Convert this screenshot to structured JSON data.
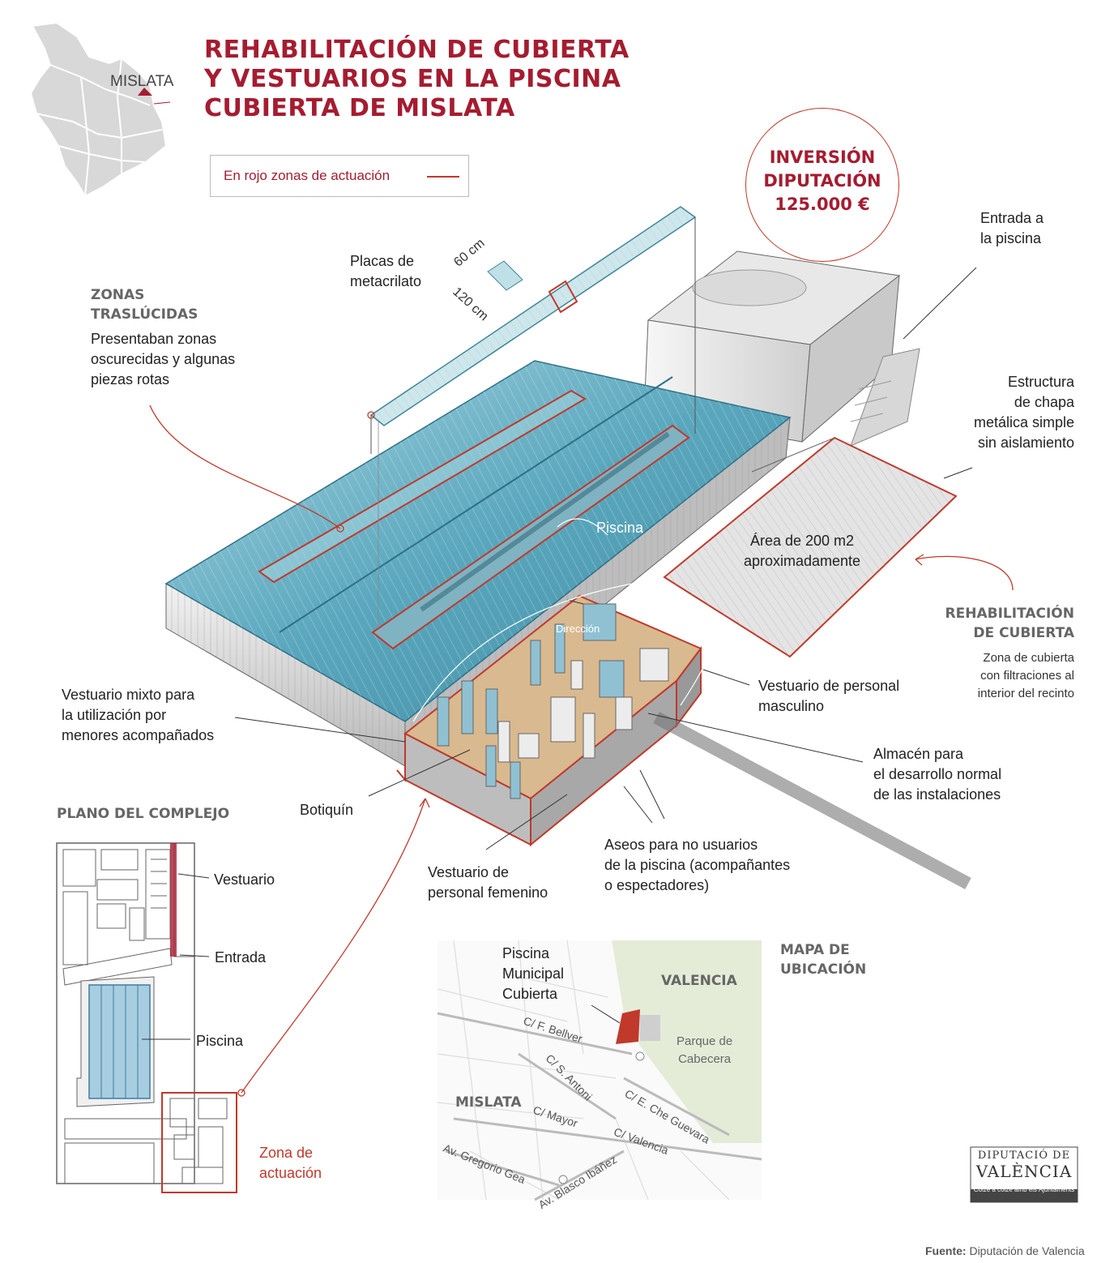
{
  "title": {
    "line1": "REHABILITACIÓN DE CUBIERTA",
    "line2": "Y VESTUARIOS EN LA PISCINA",
    "line3": "CUBIERTA DE MISLATA"
  },
  "region_map": {
    "label": "MISLATA"
  },
  "legend": {
    "text": "En rojo zonas de actuación"
  },
  "investment": {
    "line1": "INVERSIÓN",
    "line2": "DIPUTACIÓN",
    "amount": "125.000 €"
  },
  "labels": {
    "placas": {
      "line1": "Placas de",
      "line2": "metacrilato",
      "dim1": "60 cm",
      "dim2": "120 cm"
    },
    "zonas": {
      "h1": "ZONAS",
      "h2": "TRASLÚCIDAS",
      "d1": "Presentaban zonas",
      "d2": "oscurecidas y algunas",
      "d3": "piezas rotas"
    },
    "entrada": {
      "line1": "Entrada a",
      "line2": "la piscina"
    },
    "estructura": {
      "line1": "Estructura",
      "line2": "de chapa",
      "line3": "metálica simple",
      "line4": "sin aislamiento"
    },
    "piscina": "Piscina",
    "area": {
      "line1": "Área de 200 m2",
      "line2": "aproximadamente"
    },
    "rehab": {
      "h1": "REHABILITACIÓN",
      "h2": "DE CUBIERTA",
      "d1": "Zona de cubierta",
      "d2": "con filtraciones al",
      "d3": "interior del recinto"
    },
    "direccion": "Dirección",
    "vest_masc": {
      "line1": "Vestuario de personal",
      "line2": "masculino"
    },
    "vest_mixto": {
      "line1": "Vestuario mixto para",
      "line2": "la utilización por",
      "line3": "menores acompañados"
    },
    "almacen": {
      "line1": "Almacén para",
      "line2": "el desarrollo normal",
      "line3": "de las instalaciones"
    },
    "botiquin": "Botiquín",
    "aseos": {
      "line1": "Aseos para no usuarios",
      "line2": "de la piscina (acompañantes",
      "line3": "o espectadores)"
    },
    "vest_fem": {
      "line1": "Vestuario de",
      "line2": "personal femenino"
    }
  },
  "plano": {
    "title": "PLANO DEL COMPLEJO",
    "vestuario": "Vestuario",
    "entrada": "Entrada",
    "piscina": "Piscina",
    "zona1": "Zona de",
    "zona2": "actuación"
  },
  "mapa": {
    "title1": "MAPA DE",
    "title2": "UBICACIÓN",
    "piscina1": "Piscina",
    "piscina2": "Municipal",
    "piscina3": "Cubierta",
    "valencia": "VALENCIA",
    "mislata": "MISLATA",
    "parque1": "Parque de",
    "parque2": "Cabecera",
    "streets": [
      "C/ F. Bellver",
      "C/ S. Antoni",
      "C/ Mayor",
      "C/ E. Che Guevara",
      "C/ Valencia",
      "Av. Gregorio Gea",
      "Av. Blasco Ibáñez"
    ]
  },
  "logo": {
    "line1": "DIPUTACIÓ DE",
    "line2": "VALÈNCIA",
    "tagline": "Colze a colze amb els Ajuntaments"
  },
  "source": {
    "label": "Fuente:",
    "text": "Diputación de Valencia"
  },
  "colors": {
    "accent": "#a51c30",
    "line": "#c0392b",
    "roof": "#6fb6c9",
    "floor": "#d9b98f"
  }
}
